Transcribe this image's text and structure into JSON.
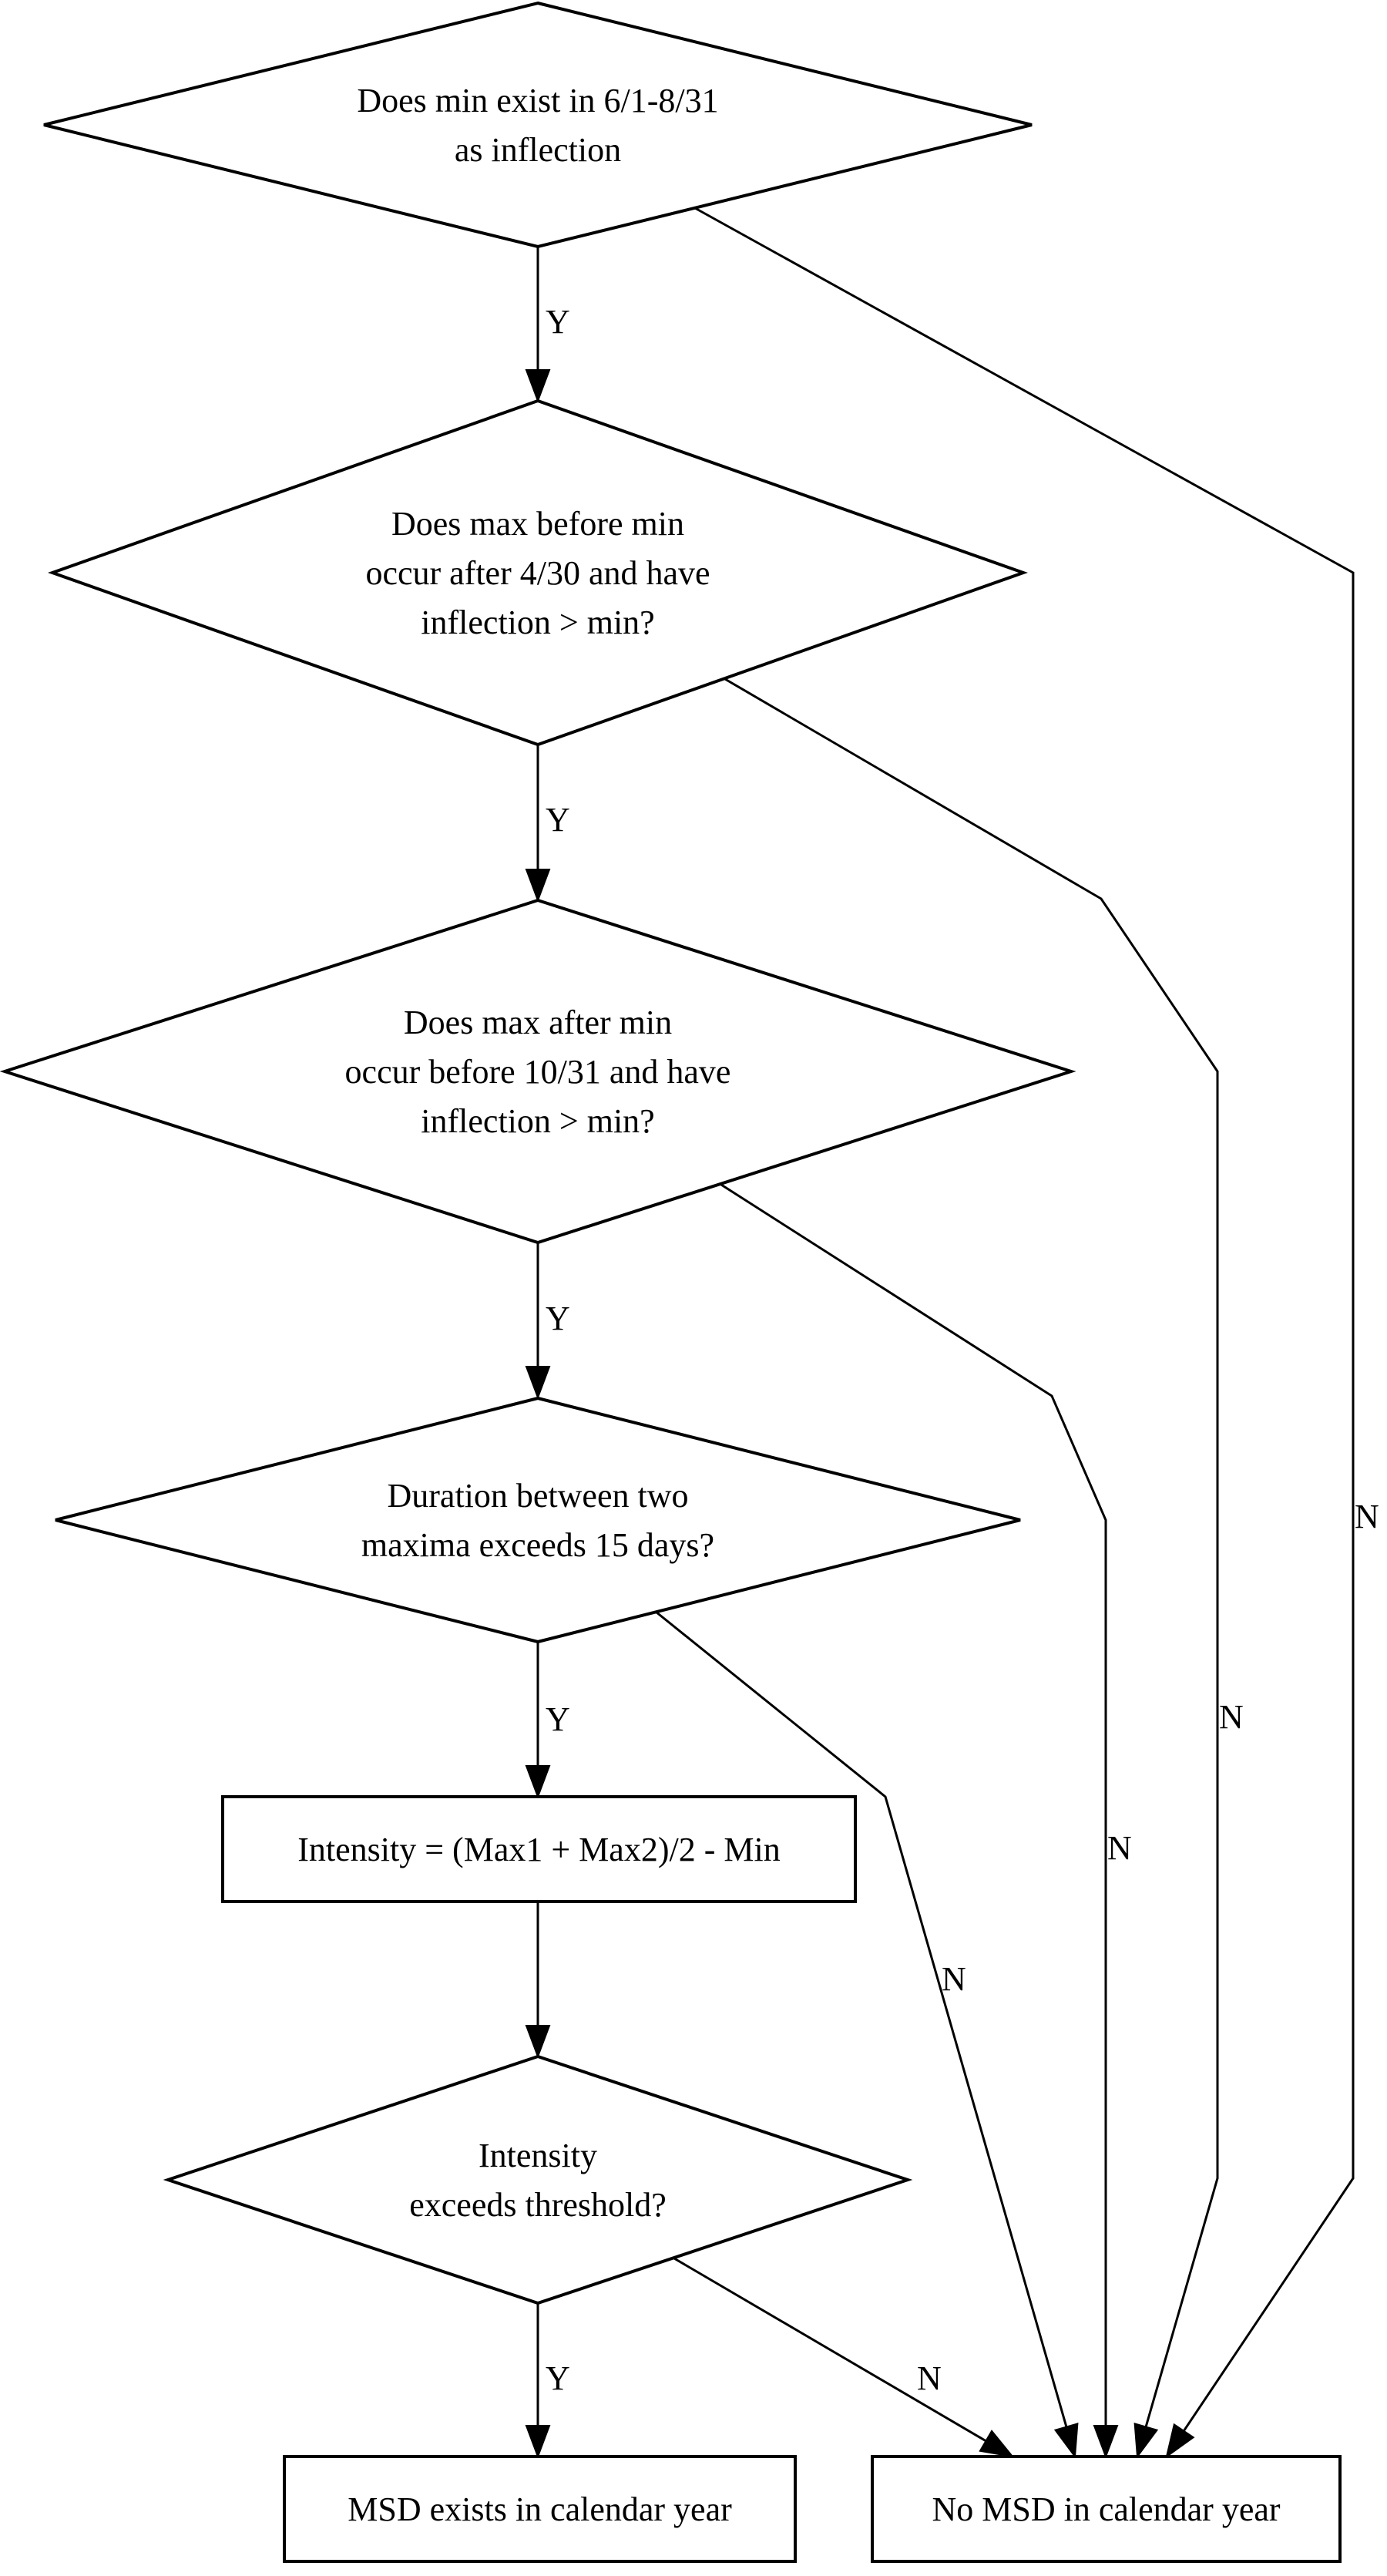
{
  "diagram": {
    "type": "flowchart",
    "nodes": [
      {
        "id": "d1",
        "shape": "diamond",
        "lines": [
          "Does min exist in 6/1-8/31",
          "as inflection"
        ]
      },
      {
        "id": "d2",
        "shape": "diamond",
        "lines": [
          "Does max before min",
          "occur after 4/30 and have",
          "inflection > min?"
        ]
      },
      {
        "id": "d3",
        "shape": "diamond",
        "lines": [
          "Does max after min",
          "occur before 10/31 and have",
          "inflection > min?"
        ]
      },
      {
        "id": "d4",
        "shape": "diamond",
        "lines": [
          "Duration between two",
          "maxima exceeds 15 days?"
        ]
      },
      {
        "id": "r1",
        "shape": "box",
        "lines": [
          "Intensity = (Max1 + Max2)/2 - Min"
        ]
      },
      {
        "id": "d5",
        "shape": "diamond",
        "lines": [
          "Intensity",
          "exceeds threshold?"
        ]
      },
      {
        "id": "t_yes",
        "shape": "box",
        "lines": [
          "MSD exists in calendar year"
        ]
      },
      {
        "id": "t_no",
        "shape": "box",
        "lines": [
          "No MSD in calendar year"
        ]
      }
    ],
    "edges": [
      {
        "from": "d1",
        "to": "d2",
        "label": "Y"
      },
      {
        "from": "d2",
        "to": "d3",
        "label": "Y"
      },
      {
        "from": "d3",
        "to": "d4",
        "label": "Y"
      },
      {
        "from": "d4",
        "to": "r1",
        "label": "Y"
      },
      {
        "from": "r1",
        "to": "d5",
        "label": ""
      },
      {
        "from": "d5",
        "to": "t_yes",
        "label": "Y"
      },
      {
        "from": "d5",
        "to": "t_no",
        "label": "N"
      },
      {
        "from": "d4",
        "to": "t_no",
        "label": "N"
      },
      {
        "from": "d3",
        "to": "t_no",
        "label": "N"
      },
      {
        "from": "d2",
        "to": "t_no",
        "label": "N"
      },
      {
        "from": "d1",
        "to": "t_no",
        "label": "N"
      }
    ]
  }
}
